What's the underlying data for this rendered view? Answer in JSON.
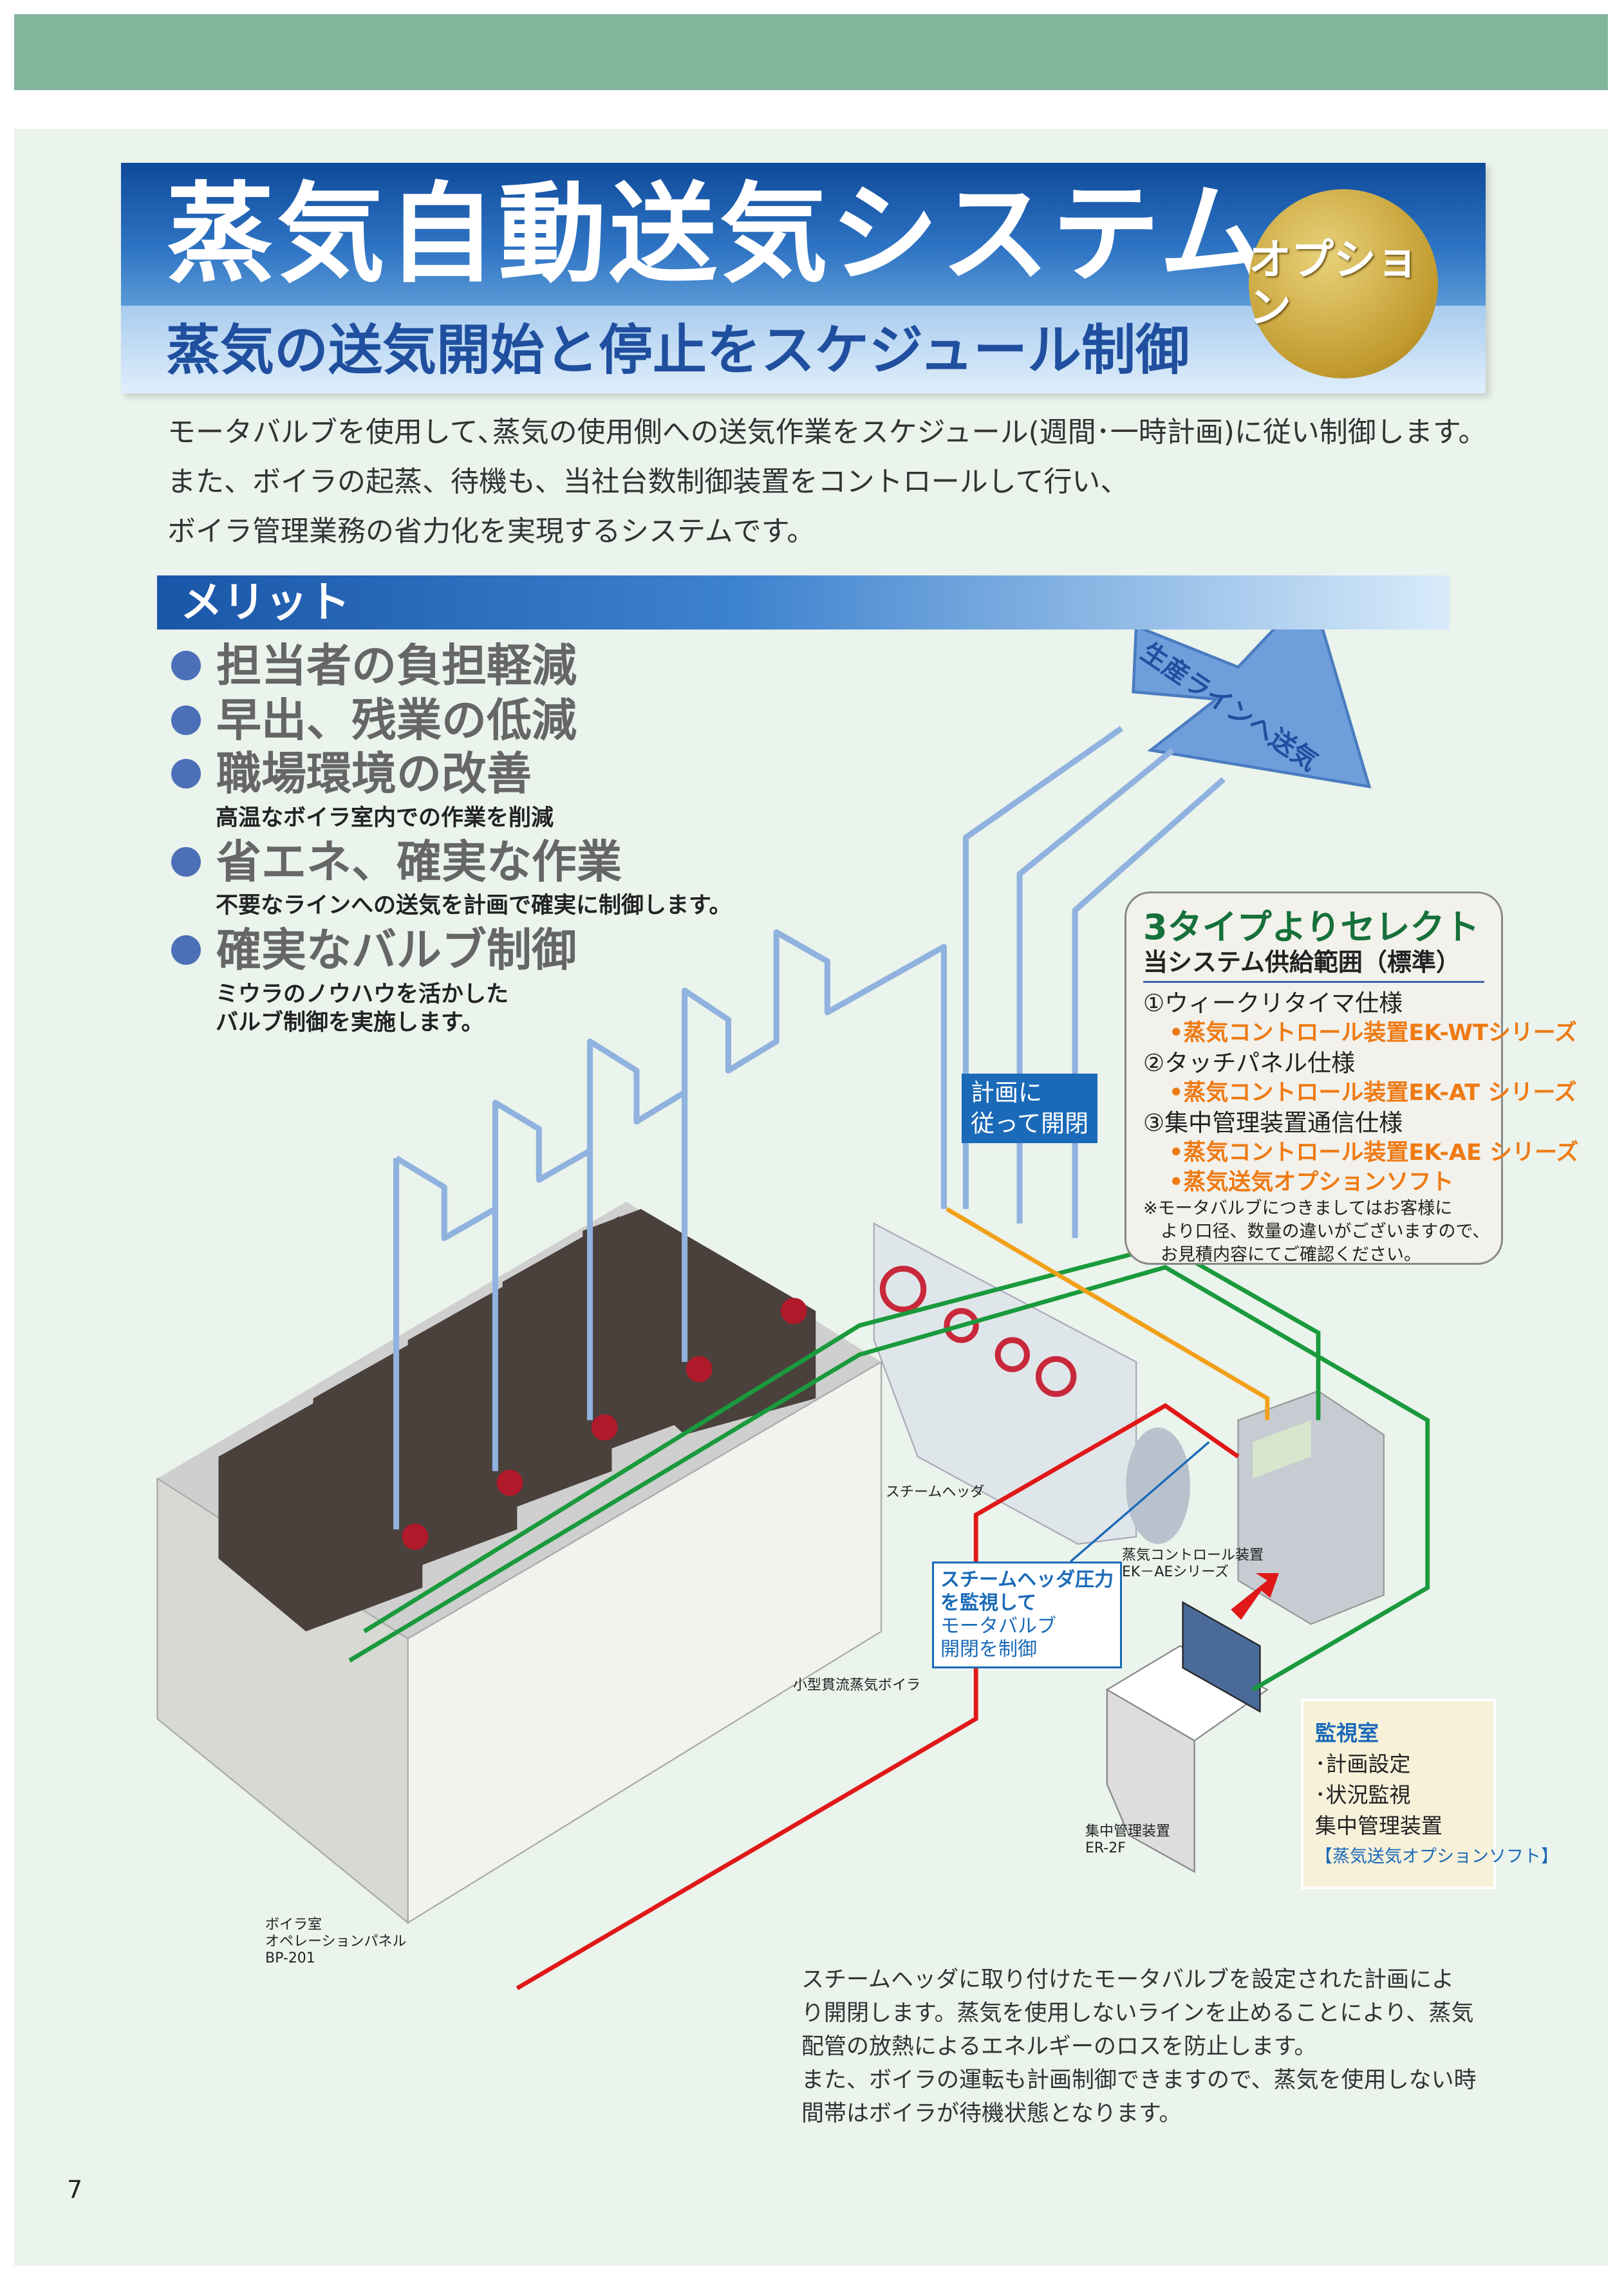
{
  "header": {
    "title": "蒸気自動送気システム",
    "subtitle": "蒸気の送気開始と停止をスケジュール制御",
    "badge": "オプション"
  },
  "intro": [
    "モータバルブを使用して､蒸気の使用側への送気作業をスケジュール(週間･一時計画)に従い制御します。",
    "また、ボイラの起蒸、待機も、当社台数制御装置をコントロールして行い、",
    "ボイラ管理業務の省力化を実現するシステムです。"
  ],
  "merit": {
    "heading": "メリット",
    "items": [
      {
        "label": "担当者の負担軽減"
      },
      {
        "label": "早出、残業の低減"
      },
      {
        "label": "職場環境の改善",
        "sub": [
          "高温なボイラ室内での作業を削減"
        ]
      },
      {
        "label": "省エネ、確実な作業",
        "sub": [
          "不要なラインへの送気を計画で確実に制御します。"
        ]
      },
      {
        "label": "確実なバルブ制御",
        "sub": [
          "ミウラのノウハウを活かした",
          "バルブ制御を実施します。"
        ]
      }
    ]
  },
  "diagram": {
    "arrow_label": "生産ラインへ送気",
    "plan_callout": [
      "計画に",
      "従って開閉"
    ],
    "steam_header": "スチームヘッダ",
    "controller": [
      "蒸気コントロール装置",
      "EK－AEシリーズ"
    ],
    "boiler": "小型貫流蒸気ボイラ",
    "central": [
      "集中管理装置",
      "ER-2F"
    ],
    "panel": [
      "ボイラ室",
      "オペレーションパネル",
      "BP-201"
    ],
    "monitor_callout": {
      "bold": [
        "スチームヘッダ圧力",
        "を監視して"
      ],
      "normal": [
        "モータバルブ",
        "開閉を制御"
      ]
    },
    "room": {
      "title": "監視室",
      "items": [
        "･計画設定",
        "･状況監視"
      ],
      "device": "集中管理装置",
      "soft": "【蒸気送気オプションソフト】"
    },
    "colors": {
      "steam": "#8fb2de",
      "signal_green": "#1a9a3c",
      "signal_red": "#e01818",
      "signal_orange": "#f2a01a"
    }
  },
  "select": {
    "title": "3タイプよりセレクト",
    "subtitle": "当システム供給範囲（標準）",
    "options": [
      {
        "label": "①ウィークリタイマ仕様",
        "products": [
          "•蒸気コントロール装置EK-WTシリーズ"
        ]
      },
      {
        "label": "②タッチパネル仕様",
        "products": [
          "•蒸気コントロール装置EK-AT シリーズ"
        ]
      },
      {
        "label": "③集中管理装置通信仕様",
        "products": [
          "•蒸気コントロール装置EK-AE シリーズ",
          "•蒸気送気オプションソフト"
        ]
      }
    ],
    "note": [
      "※モータバルブにつきましてはお客様に",
      "　より口径、数量の違いがございますので、",
      "　お見積内容にてご確認ください。"
    ]
  },
  "bottom_text": [
    "スチームヘッダに取り付けたモータバルブを設定された計画によ",
    "り開閉します。蒸気を使用しないラインを止めることにより、蒸気",
    "配管の放熱によるエネルギーのロスを防止します。",
    "また、ボイラの運転も計画制御できますので、蒸気を使用しない時",
    "間帯はボイラが待機状態となります。"
  ],
  "page_number": "7"
}
